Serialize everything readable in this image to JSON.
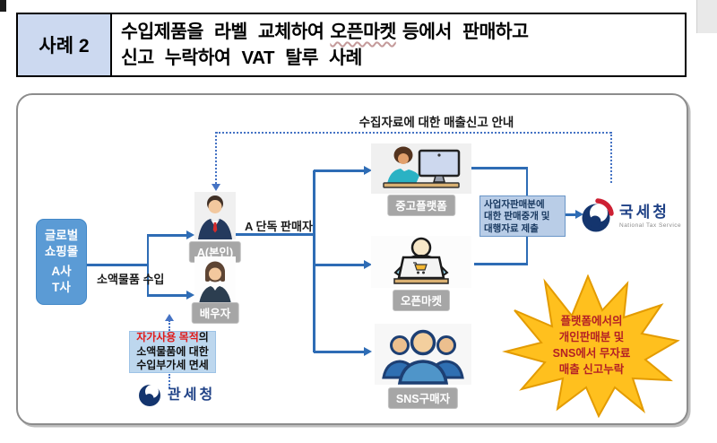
{
  "header": {
    "case_label": "사례 2",
    "title_line1_pre": "수입제품을 라벨 교체하여",
    "title_line1_mark": "오픈마켓",
    "title_line1_post": "등에서 판매하고",
    "title_line2": "신고 누락하여 VAT 탈루 사례"
  },
  "diagram": {
    "notice_label": "수집자료에 대한 매출신고 안내",
    "global_mall": {
      "lines": [
        "글로벌",
        "쇼핑몰",
        "A사",
        "T사"
      ]
    },
    "import_label": "소액물품 수입",
    "seller_label": "A 단독 판매자",
    "person_self": "A(본인)",
    "person_spouse": "배우자",
    "platform_secondhand": "중고플랫폼",
    "platform_openmarket": "오픈마켓",
    "platform_sns": "SNS구매자",
    "submit_box": {
      "lines": [
        "사업자판매분에",
        "대한 판매중개 및",
        "대행자료 제출"
      ]
    },
    "nts": {
      "name": "국세청",
      "subtitle": "National Tax Service"
    },
    "kcs": {
      "name": "관세청"
    },
    "exempt_box": {
      "line1_red": "자가사용 목적",
      "line1_black": "의",
      "line2": "소액물품에 대한",
      "line3": "수입부가세 면세"
    },
    "starburst": {
      "lines": [
        "플랫폼에서의",
        "개인판매분 및",
        "SNS에서 무자료",
        "매출 신고누락"
      ]
    },
    "colors": {
      "arrow_blue": "#2e6cb5",
      "dotted_blue": "#4573c4",
      "mall_box_blue": "#5b9bd5",
      "light_blue_fill": "#bdd7ee",
      "info_box_fill": "#b9cde7",
      "pill_gray": "#a6a6a6",
      "starburst_yellow": "#ffc01e",
      "starburst_text_red": "#b42025",
      "exempt_red": "#e01b1b",
      "logo_navy": "#14356e",
      "logo_red": "#cd2033"
    }
  }
}
